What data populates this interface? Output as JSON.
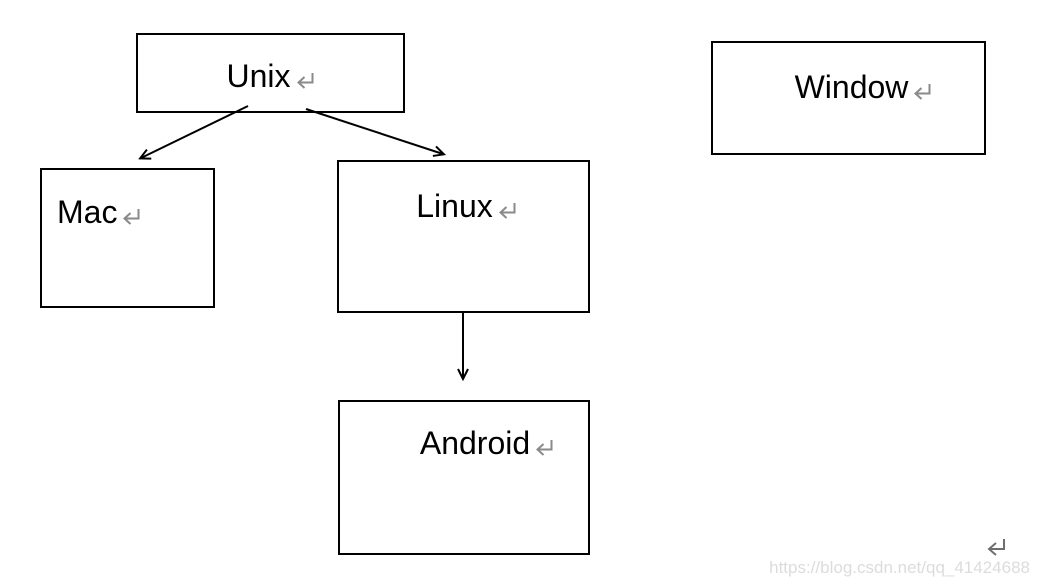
{
  "canvas": {
    "background": "#ffffff"
  },
  "diagram": {
    "nodes": {
      "unix": {
        "label": "Unix"
      },
      "window": {
        "label": "Window"
      },
      "mac": {
        "label": "Mac"
      },
      "linux": {
        "label": "Linux"
      },
      "android": {
        "label": "Android"
      }
    },
    "edges": [
      {
        "from": "unix",
        "to": "mac",
        "style": "open-arrowhead"
      },
      {
        "from": "unix",
        "to": "linux",
        "style": "open-arrowhead"
      },
      {
        "from": "linux",
        "to": "android",
        "style": "open-arrowhead"
      }
    ],
    "colors": {
      "border": "#000000",
      "text": "#000000",
      "arrow": "#000000",
      "return_mark": "#8a8a8a",
      "standalone_return_mark": "#6e6e6e"
    },
    "return_mark_symbol": "↵"
  },
  "watermark": {
    "text": "https://blog.csdn.net/qq_41424688",
    "color": "#dcdcdc"
  }
}
